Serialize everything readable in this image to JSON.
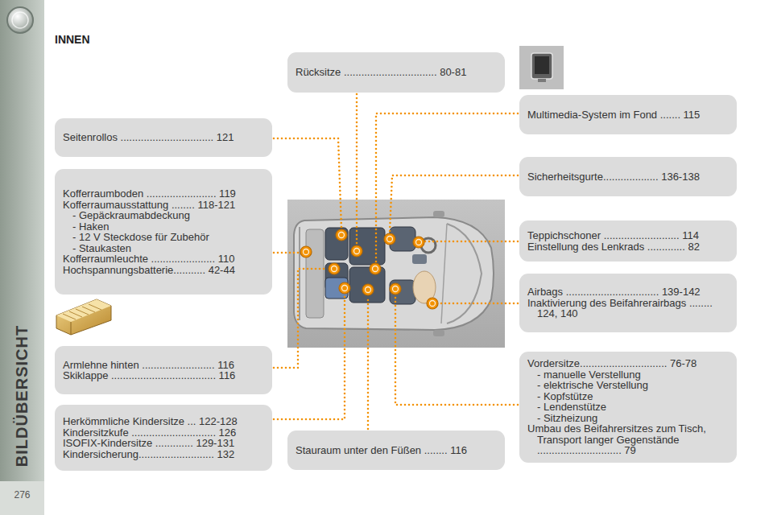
{
  "diagram": {
    "title": "INNEN",
    "nodes": [
      {
        "text": [
          "Rücksitze ................................ 80-81"
        ]
      },
      {
        "text": [
          "Seitenrollos ................................ 121"
        ]
      },
      {
        "text": [
          "Multimedia-System im Fond ....... 115"
        ]
      },
      {
        "text": [
          "Kofferraumboden ........................ 119",
          "Kofferraumausstattung ........ 118-121",
          "- Gepäckraumabdeckung",
          "- Haken",
          "- 12 V Steckdose für Zubehör",
          "- Staukasten",
          "Kofferraumleuchte ...................... 110",
          "Hochspannungsbatterie........... 42-44"
        ]
      },
      {
        "text": [
          "Sicherheitsgurte................... 136-138"
        ]
      },
      {
        "text": [
          "Teppichschoner .......................... 114",
          "Einstellung des Lenkrads ............. 82"
        ]
      },
      {
        "text": [
          "Airbags ................................ 139-142",
          "Inaktivierung des Beifahrerairbags ........ 124, 140"
        ]
      },
      {
        "text": [
          "Armlehne hinten ......................... 116",
          "Skiklappe .................................... 116"
        ]
      },
      {
        "text": [
          "Vordersitze.............................. 76-78",
          "- manuelle Verstellung",
          "- elektrische Verstellung",
          "- Kopfstütze",
          "- Lendenstütze",
          "- Sitzheizung",
          "Umbau des Beifahrersitzes zum Tisch, Transport langer Gegenstände ............................. 79"
        ]
      },
      {
        "text": [
          "Herkömmliche Kindersitze ... 122-128",
          "Kindersitzkufe ............................. 126",
          "ISOFIX-Kindersitze ............. 129-131",
          "Kindersicherung.......................... 132"
        ]
      },
      {
        "text": [
          "Stauraum unter den Füßen ........ 116"
        ]
      }
    ],
    "labels": [
      "BILDÜBERSICHT",
      "276"
    ]
  }
}
